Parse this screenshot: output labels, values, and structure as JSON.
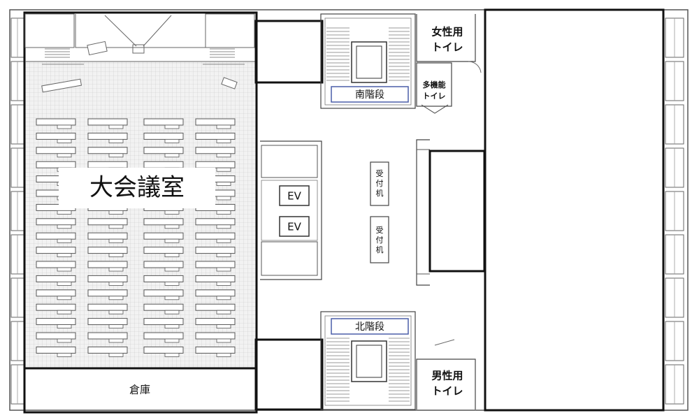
{
  "rooms": {
    "main_hall": "大会議室",
    "storage": "倉庫",
    "women_restroom": [
      "女性用",
      "トイレ"
    ],
    "men_restroom": [
      "男性用",
      "トイレ"
    ],
    "multi_restroom": [
      "多機能",
      "トイレ"
    ],
    "south_stairs": "南階段",
    "north_stairs": "北階段",
    "elevator_1": "EV",
    "elevator_2": "EV",
    "reception_1": [
      "受",
      "付",
      "机"
    ],
    "reception_2": [
      "受",
      "付",
      "机"
    ]
  },
  "colors": {
    "wall": "#111111",
    "line": "#555555",
    "hall_grid": "#c8c8c8",
    "hall_floor": "#f2f2f2",
    "label_box": "#ffffff",
    "stair_label_border": "#4a5ea8"
  },
  "seating": {
    "columns": 4,
    "rows": 17
  }
}
